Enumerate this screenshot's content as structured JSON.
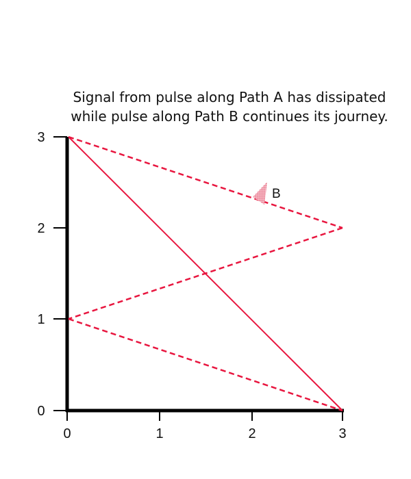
{
  "caption": {
    "line1": "Signal from pulse along Path A has dissipated",
    "line2": "while pulse along Path B continues its journey."
  },
  "axes": {
    "x_ticks": [
      "0",
      "1",
      "2",
      "3"
    ],
    "y_ticks": [
      "0",
      "1",
      "2",
      "3"
    ],
    "x_range": [
      0,
      3
    ],
    "y_range": [
      0,
      3
    ]
  },
  "paths": {
    "path_a": {
      "style": "solid",
      "color": "#e8163f",
      "points": [
        [
          0,
          3
        ],
        [
          3,
          0
        ]
      ]
    },
    "path_b": {
      "style": "dashed",
      "color": "#e8163f",
      "points": [
        [
          0,
          3
        ],
        [
          3,
          2
        ],
        [
          0,
          1
        ],
        [
          3,
          0
        ]
      ]
    }
  },
  "marker": {
    "label": "B",
    "color": "#f08a9c",
    "position": [
      2.2,
      2.35
    ]
  },
  "colors": {
    "axis": "#000000",
    "path": "#e8163f"
  }
}
